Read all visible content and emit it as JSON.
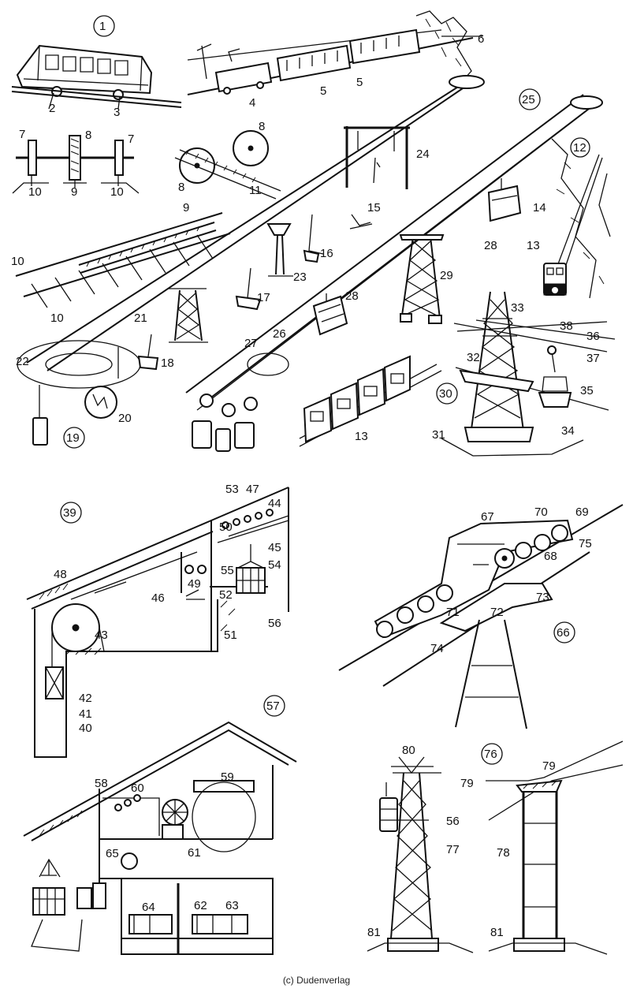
{
  "labels": [
    "1",
    "2",
    "3",
    "4",
    "5",
    "5",
    "6",
    "7",
    "7",
    "8",
    "9",
    "10",
    "10",
    "8",
    "8",
    "11",
    "9",
    "10",
    "10",
    "24",
    "25",
    "12",
    "14",
    "15",
    "16",
    "21",
    "22",
    "23",
    "17",
    "18",
    "19",
    "20",
    "28",
    "29",
    "13",
    "28",
    "26",
    "27",
    "13",
    "30",
    "33",
    "38",
    "36",
    "37",
    "32",
    "35",
    "34",
    "31",
    "39",
    "53",
    "47",
    "44",
    "50",
    "45",
    "55",
    "54",
    "48",
    "46",
    "49",
    "52",
    "56",
    "51",
    "43",
    "42",
    "41",
    "40",
    "67",
    "70",
    "69",
    "75",
    "68",
    "73",
    "71",
    "72",
    "74",
    "66",
    "57",
    "58",
    "60",
    "59",
    "65",
    "61",
    "64",
    "62",
    "63",
    "80",
    "79",
    "56",
    "77",
    "81",
    "76",
    "79",
    "78",
    "81"
  ],
  "credit": "(c) Dudenverlag"
}
